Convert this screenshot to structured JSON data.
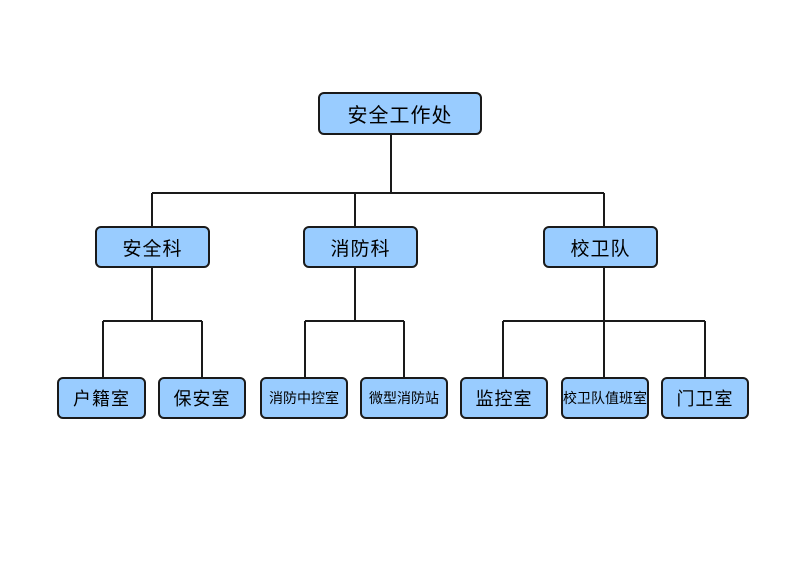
{
  "root": {
    "label": "安全工作处"
  },
  "departments": [
    {
      "label": "安全科",
      "units": [
        {
          "label": "户籍室"
        },
        {
          "label": "保安室"
        }
      ]
    },
    {
      "label": "消防科",
      "units": [
        {
          "label": "消防中控室"
        },
        {
          "label": "微型消防站"
        }
      ]
    },
    {
      "label": "校卫队",
      "units": [
        {
          "label": "监控室"
        },
        {
          "label": "校卫队值班室"
        },
        {
          "label": "门卫室"
        }
      ]
    }
  ],
  "colors": {
    "box_fill": "#99ccff",
    "line": "#1a1a1a",
    "background": "#ffffff"
  }
}
